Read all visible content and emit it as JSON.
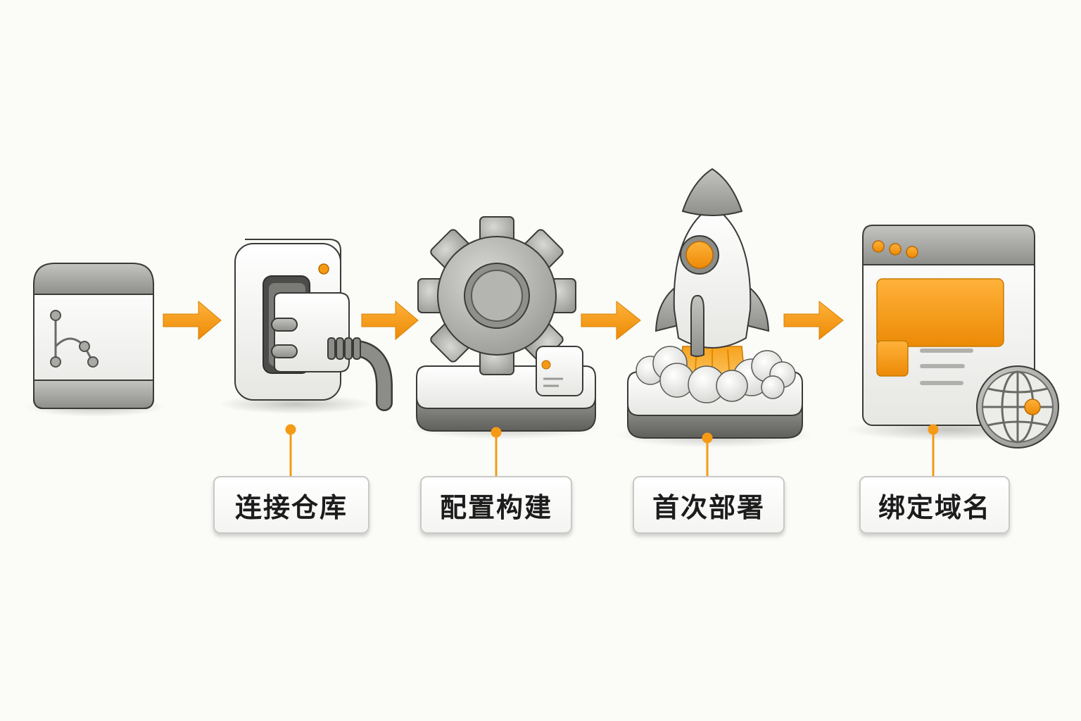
{
  "colors": {
    "accent": "#f59a14",
    "gray_light": "#e9e9e6",
    "gray_mid": "#a9a9a6",
    "gray_dark": "#6f6f6c",
    "background": "#fbfbf8"
  },
  "steps": [
    {
      "icon": "git-repository-icon",
      "label": null
    },
    {
      "icon": "plug-socket-icon",
      "label": "连接仓库"
    },
    {
      "icon": "gear-icon",
      "label": "配置构建"
    },
    {
      "icon": "rocket-icon",
      "label": "首次部署"
    },
    {
      "icon": "browser-globe-icon",
      "label": "绑定域名"
    }
  ],
  "arrows": [
    "arrow-right-icon",
    "arrow-right-icon",
    "arrow-right-icon",
    "arrow-right-icon"
  ]
}
